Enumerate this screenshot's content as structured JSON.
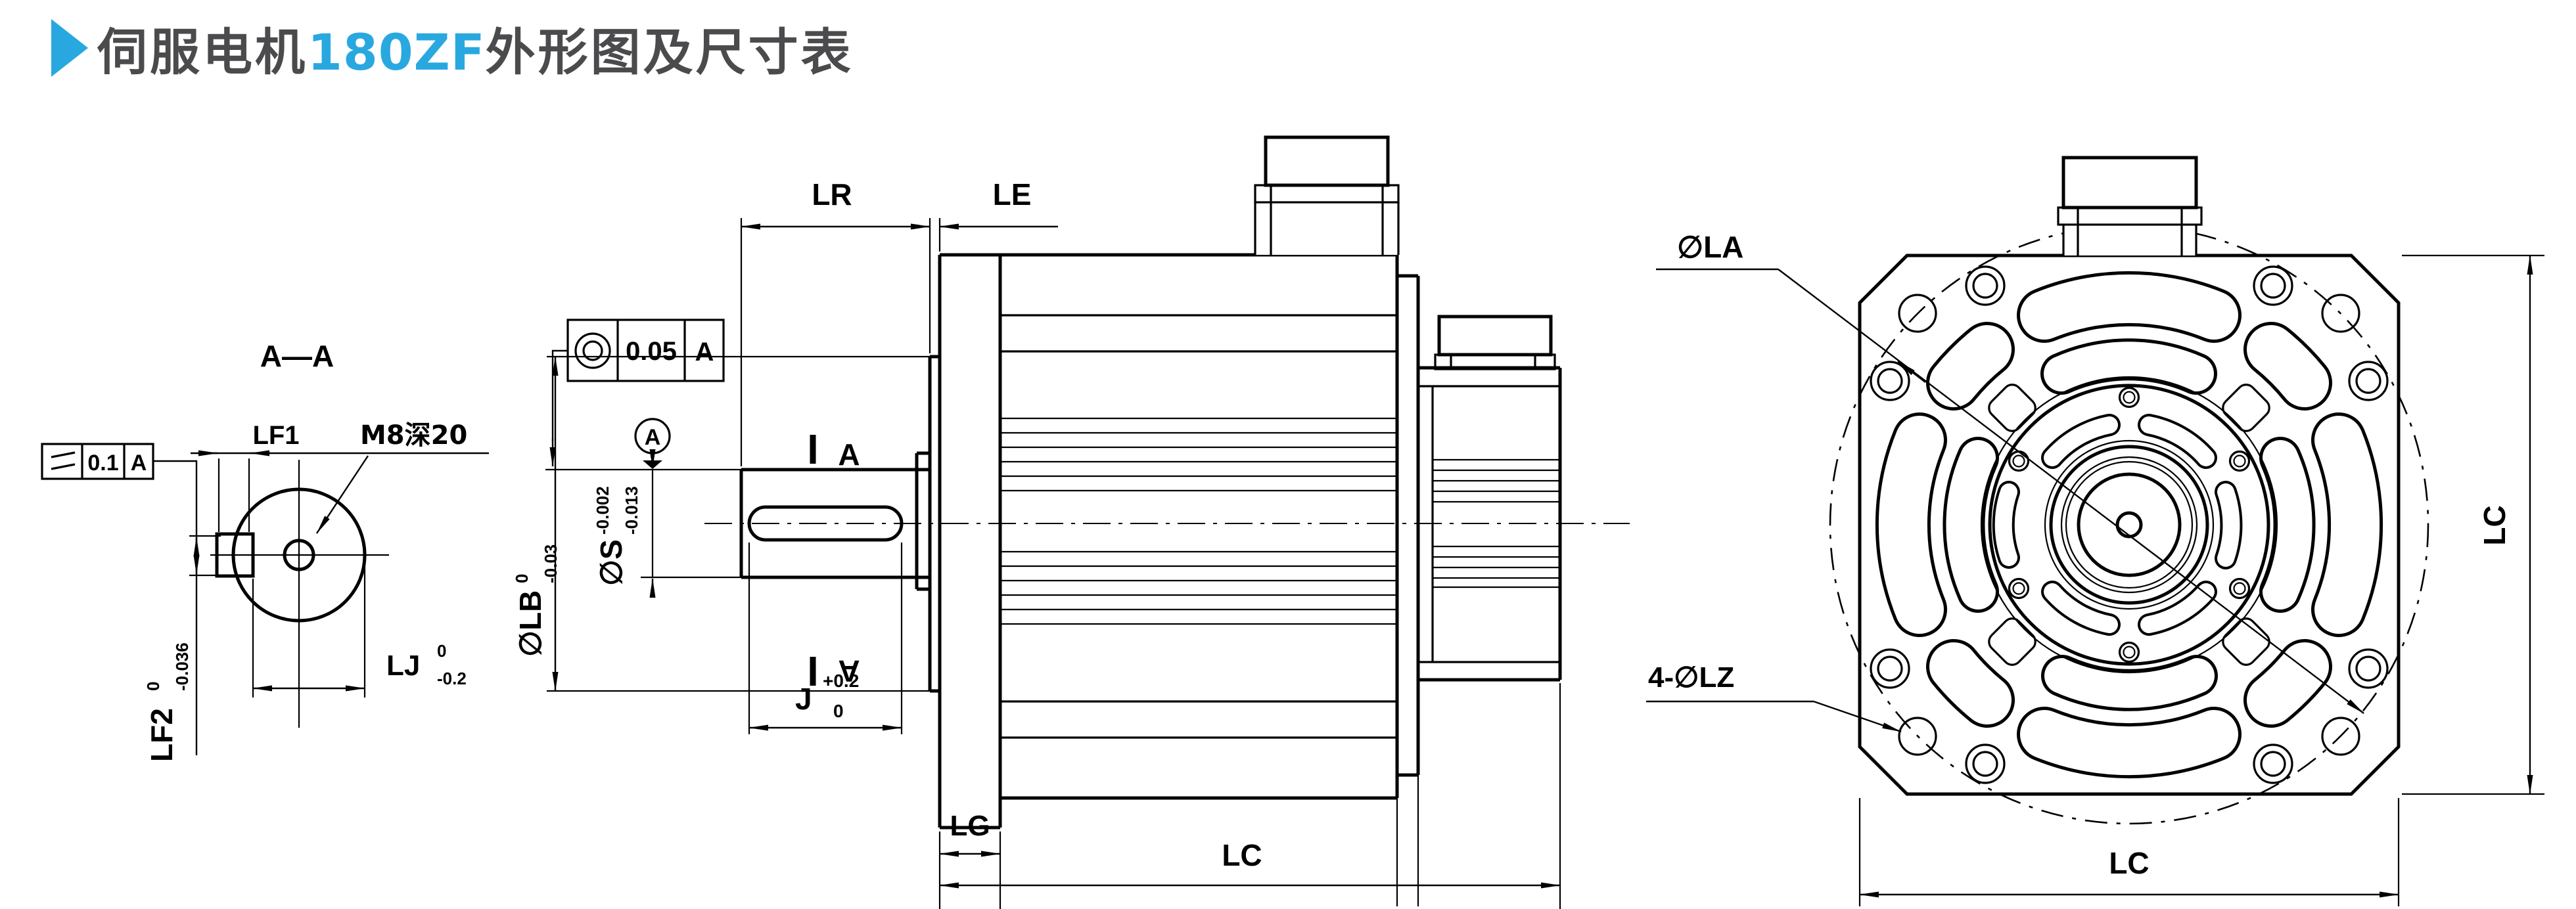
{
  "title": {
    "marker": "play-triangle-icon",
    "text_dark": "伺服电机",
    "text_accent": "180ZF",
    "text_dark2": "外形图及尺寸表"
  },
  "colors": {
    "accent": "#29a8e0",
    "ink": "#000000",
    "title_gray": "#4b4b4d"
  },
  "section_view": {
    "label": "A—A",
    "tol_frame": {
      "symbol": "parallelism-icon",
      "value": "0.1",
      "datum": "A"
    },
    "lf1": "LF1",
    "thread_note": "M8深20",
    "lf2": {
      "name": "LF2",
      "sup": "0",
      "sub": "-0.036"
    },
    "lj": {
      "name": "LJ",
      "sup": "0",
      "sub": "-0.2"
    }
  },
  "side_view": {
    "tol_frame": {
      "symbol": "concentricity-icon",
      "value": "0.05",
      "datum": "A"
    },
    "datum": "A",
    "dim_lr": "LR",
    "dim_le": "LE",
    "dim_lg": "LG",
    "dim_lc": "LC",
    "dim_j": {
      "name": "J",
      "sup": "+0.2",
      "sub": "0"
    },
    "dim_lb": {
      "name": "∅LB",
      "sup": "0",
      "sub": "-0.03"
    },
    "dim_s": {
      "name": "∅S",
      "sup": "-0.002",
      "sub": "-0.013"
    },
    "section_mark_top": "A",
    "section_mark_bottom": "A"
  },
  "front_view": {
    "dim_la": "∅LA",
    "dim_lz": "4-∅LZ",
    "dim_lc_vertical": "LC",
    "dim_lc_bottom": "LC"
  }
}
